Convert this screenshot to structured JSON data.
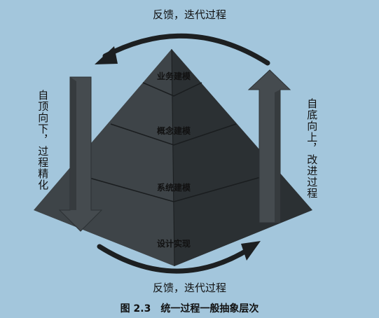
{
  "figure": {
    "feedback_top": "反馈，迭代过程",
    "feedback_bottom": "反馈，迭代过程",
    "left_label": "自顶向下，过程精化",
    "right_label": "自底向上，改进过程",
    "caption": "图 2.3　统一过程一般抽象层次",
    "layers": [
      {
        "label": "业务建模"
      },
      {
        "label": "概念建模"
      },
      {
        "label": "系统建模"
      },
      {
        "label": "设计实现"
      }
    ],
    "colors": {
      "background": "#a3c6dc",
      "pyramid_left": "#3e4448",
      "pyramid_right": "#2b3033",
      "arrow_fill": "#454b4f",
      "arrow_edge": "#2c3134",
      "curve": "#1c1f21"
    }
  }
}
